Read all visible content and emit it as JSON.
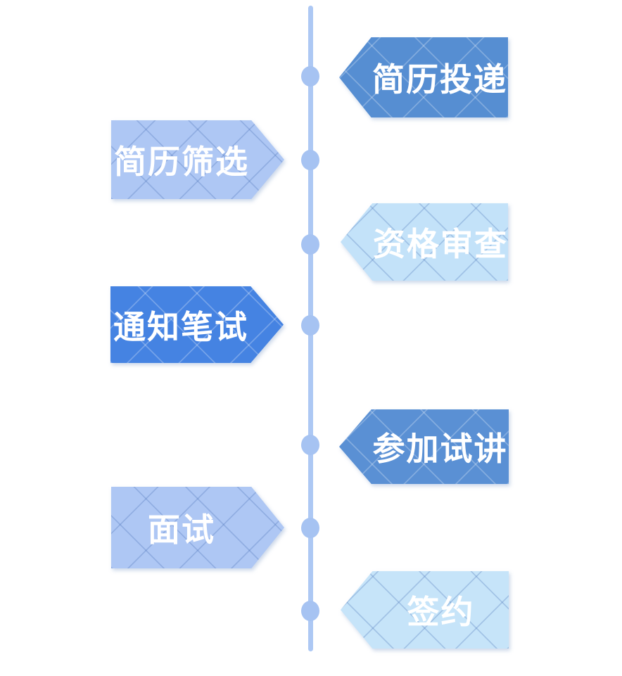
{
  "diagram": {
    "type": "vertical-timeline-flow",
    "background_color": "#ffffff",
    "line_color": "#adc8f4",
    "node_color": "#a6c3f2",
    "text_color": "#ffffff",
    "steps": [
      {
        "label": "简历投递",
        "side": "right",
        "fill": "#568ed2",
        "lattice": "light"
      },
      {
        "label": "简历筛选",
        "side": "left",
        "fill": "#aec7f4",
        "lattice": "dark"
      },
      {
        "label": "资格审查",
        "side": "right",
        "fill": "#c3e2f9",
        "lattice": "dark"
      },
      {
        "label": "通知笔试",
        "side": "left",
        "fill": "#4583e2",
        "lattice": "light"
      },
      {
        "label": "参加试讲",
        "side": "right",
        "fill": "#5a90d4",
        "lattice": "light"
      },
      {
        "label": "面试",
        "side": "left",
        "fill": "#aec7f4",
        "lattice": "dark"
      },
      {
        "label": "签约",
        "side": "right",
        "fill": "#c6e4f9",
        "lattice": "dark"
      }
    ]
  }
}
